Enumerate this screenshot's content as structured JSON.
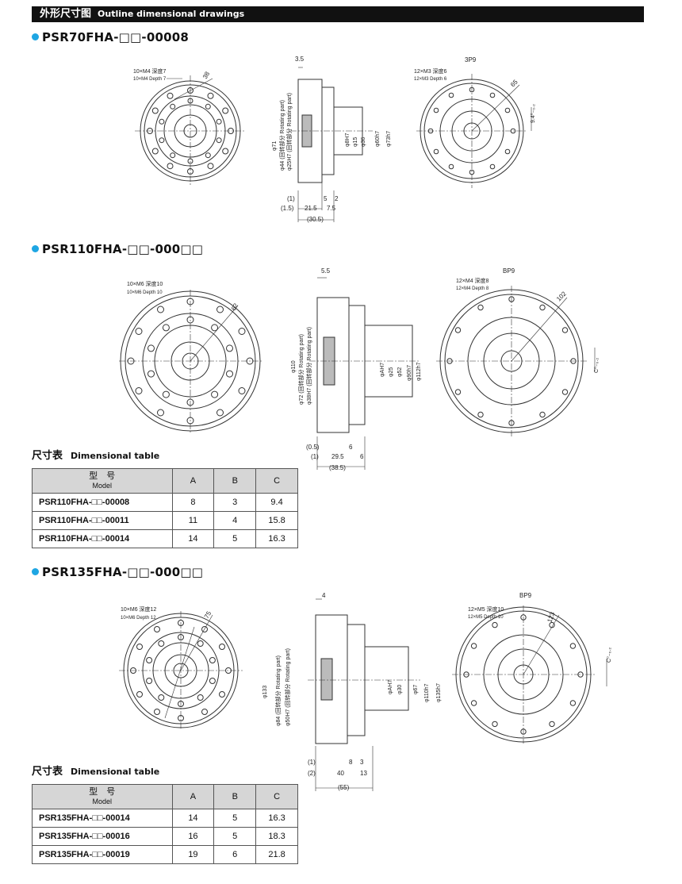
{
  "header": {
    "title_cn": "外形尺寸图",
    "title_en": "Outline dimensional drawings"
  },
  "accent_color": "#1ea6e3",
  "sections": [
    {
      "model": "PSR70FHA-□□-00008",
      "front": {
        "hole_cn": "10×M4 深度7",
        "hole_en": "10×M4 Depth 7",
        "pcd": "38"
      },
      "side": {
        "top_dim": "3.5",
        "left_labels": [
          "φ71",
          "φ44 (回转部分 Rotating part)",
          "φ25H7 (回转部分 Rotating part)"
        ],
        "right_labels": [
          "φ8H7",
          "φ15",
          "φ36",
          "φ60h7",
          "φ73h7"
        ],
        "bottom_dims": [
          "(1)",
          "(1.5)",
          "5",
          "2",
          "21.5",
          "7.5",
          "(30.5)"
        ]
      },
      "back": {
        "hole_cn": "12×M3 深度6",
        "hole_en": "12×M3 Depth 6",
        "key": "3P9",
        "pcd": "65",
        "c_label": "9.4⁰₋₀.₂"
      }
    },
    {
      "model": "PSR110FHA-□□-000□□",
      "front": {
        "hole_cn": "10×M6 深度10",
        "hole_en": "10×M6 Depth 10",
        "pcd": "62"
      },
      "side": {
        "top_dim": "5.5",
        "left_labels": [
          "φ110",
          "φ72 (回转部分 Rotating part)",
          "φ38H7 (回转部分 Rotating part)"
        ],
        "right_labels": [
          "φAH7",
          "φ25",
          "φ52",
          "φ90h7",
          "φ112h7"
        ],
        "bottom_dims": [
          "(0.5)",
          "(1)",
          "6",
          "29.5",
          "6",
          "(38.5)"
        ]
      },
      "back": {
        "hole_cn": "12×M4 深度8",
        "hole_en": "12×M4 Depth 8",
        "key": "BP9",
        "pcd": "102",
        "c_label": "C⁰₋₀.₂"
      }
    },
    {
      "model": "PSR135FHA-□□-000□□",
      "front": {
        "hole_cn": "10×M6 深度12",
        "hole_en": "10×M6 Depth 12",
        "pcd": "75"
      },
      "side": {
        "top_dim": "4",
        "left_labels": [
          "φ133",
          "φ84 (回转部分 Rotating part)",
          "φ50H7 (回转部分 Rotating part)"
        ],
        "right_labels": [
          "φAH7",
          "φ30",
          "φ67",
          "φ110h7",
          "φ135h7"
        ],
        "bottom_dims": [
          "(1)",
          "(2)",
          "8",
          "3",
          "40",
          "13",
          "(55)"
        ]
      },
      "back": {
        "hole_cn": "12×M5 深度10",
        "hole_en": "12×M5 Depth 10",
        "key": "BP9",
        "pcd": "123",
        "c_label": "C⁰₋₀.₂"
      }
    }
  ],
  "tables": [
    {
      "title_cn": "尺寸表",
      "title_en": "Dimensional table",
      "header": {
        "model_cn": "型　号",
        "model_en": "Model",
        "a": "A",
        "b": "B",
        "c": "C"
      },
      "rows": [
        {
          "model": "PSR110FHA-□□-00008",
          "a": "8",
          "b": "3",
          "c": "9.4"
        },
        {
          "model": "PSR110FHA-□□-00011",
          "a": "11",
          "b": "4",
          "c": "15.8"
        },
        {
          "model": "PSR110FHA-□□-00014",
          "a": "14",
          "b": "5",
          "c": "16.3"
        }
      ]
    },
    {
      "title_cn": "尺寸表",
      "title_en": "Dimensional table",
      "header": {
        "model_cn": "型　号",
        "model_en": "Model",
        "a": "A",
        "b": "B",
        "c": "C"
      },
      "rows": [
        {
          "model": "PSR135FHA-□□-00014",
          "a": "14",
          "b": "5",
          "c": "16.3"
        },
        {
          "model": "PSR135FHA-□□-00016",
          "a": "16",
          "b": "5",
          "c": "18.3"
        },
        {
          "model": "PSR135FHA-□□-00019",
          "a": "19",
          "b": "6",
          "c": "21.8"
        }
      ]
    }
  ]
}
